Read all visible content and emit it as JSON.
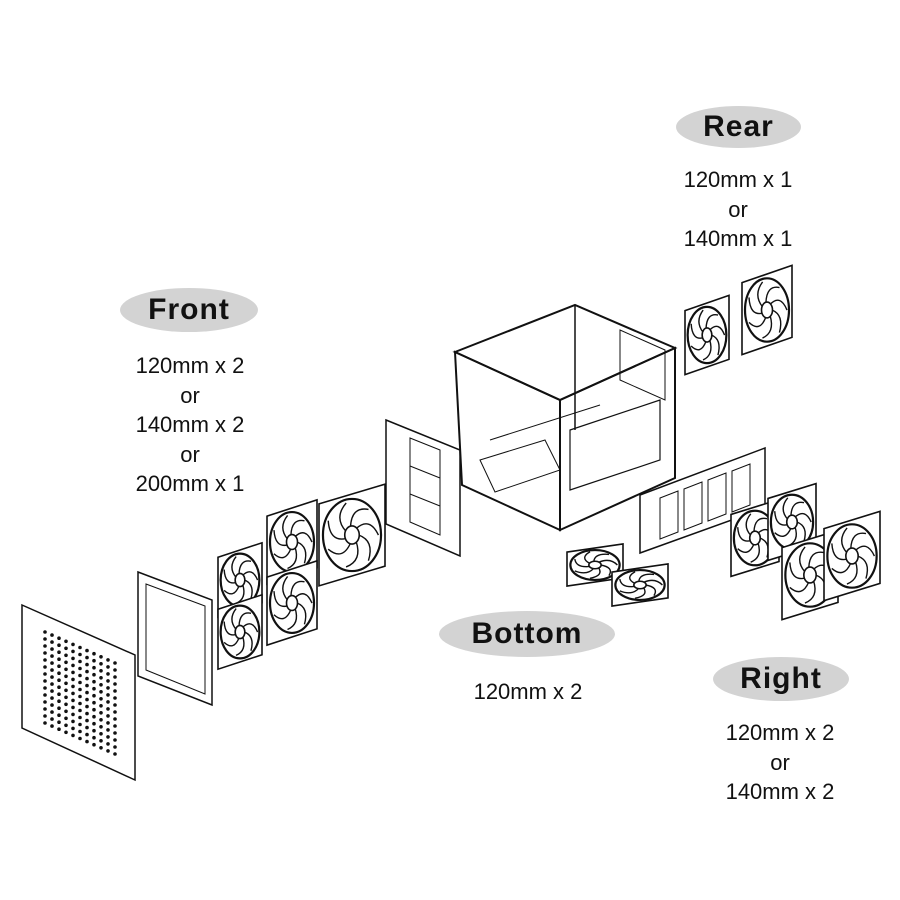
{
  "colors": {
    "line": "#111111",
    "pill": "#d3d3d3",
    "background": "#ffffff"
  },
  "groups": {
    "rear": {
      "title": "Rear",
      "lines": [
        "120mm x 1",
        "or",
        "140mm x 1"
      ]
    },
    "front": {
      "title": "Front",
      "lines": [
        "120mm x 2",
        "or",
        "140mm x 2",
        "or",
        "200mm x 1"
      ]
    },
    "bottom": {
      "title": "Bottom",
      "lines": [
        "120mm x 2"
      ]
    },
    "right": {
      "title": "Right",
      "lines": [
        "120mm x 2",
        "or",
        "140mm x 2"
      ]
    }
  }
}
